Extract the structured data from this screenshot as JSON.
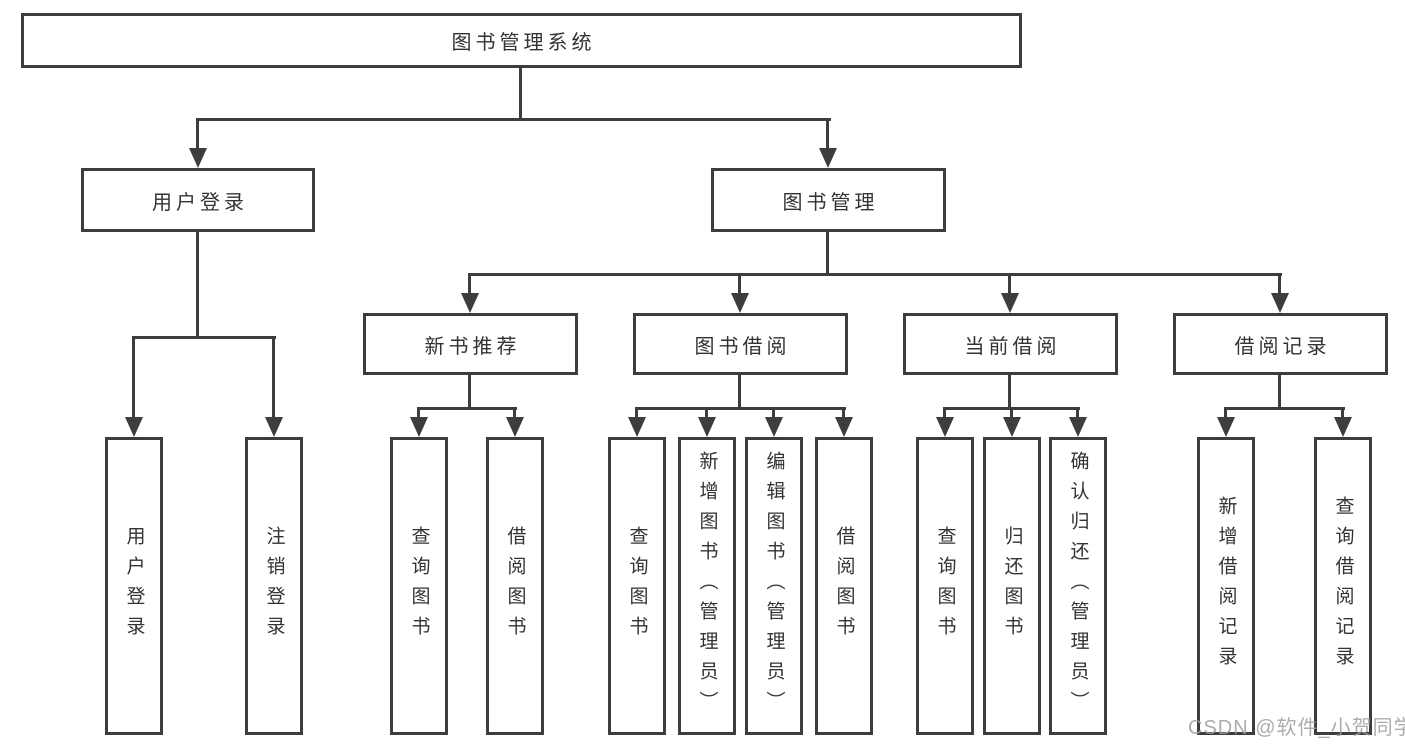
{
  "tree": {
    "root": {
      "label": "图书管理系统",
      "children": [
        {
          "label": "用户登录",
          "children": [
            {
              "label": "用户登录"
            },
            {
              "label": "注销登录"
            }
          ]
        },
        {
          "label": "图书管理",
          "children": [
            {
              "label": "新书推荐",
              "children": [
                {
                  "label": "查询图书"
                },
                {
                  "label": "借阅图书"
                }
              ]
            },
            {
              "label": "图书借阅",
              "children": [
                {
                  "label": "查询图书"
                },
                {
                  "label": "新增图书（管理员）"
                },
                {
                  "label": "编辑图书（管理员）"
                },
                {
                  "label": "借阅图书"
                }
              ]
            },
            {
              "label": "当前借阅",
              "children": [
                {
                  "label": "查询图书"
                },
                {
                  "label": "归还图书"
                },
                {
                  "label": "确认归还（管理员）"
                }
              ]
            },
            {
              "label": "借阅记录",
              "children": [
                {
                  "label": "新增借阅记录"
                },
                {
                  "label": "查询借阅记录"
                }
              ]
            }
          ]
        }
      ]
    }
  },
  "watermark": {
    "text": "CSDN @软件_小贺同学"
  },
  "colors": {
    "line": "#3d3d3d",
    "text": "#333333",
    "watermark": "#9e9e9e",
    "background": "#ffffff"
  }
}
